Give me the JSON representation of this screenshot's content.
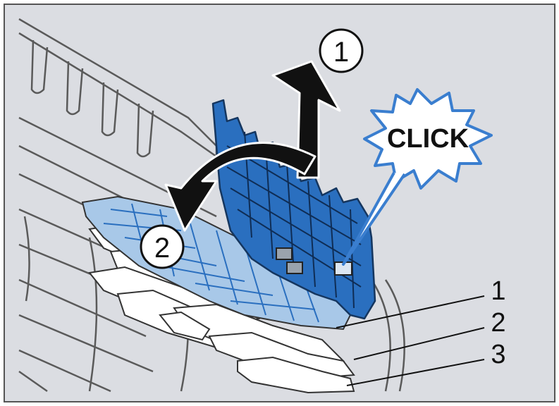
{
  "figure": {
    "step_badge_1": "1",
    "step_badge_2": "2",
    "click_text": "CLICK",
    "callouts": [
      "1",
      "2",
      "3"
    ],
    "colors": {
      "background": "#dbdde2",
      "rack_wire": "#5a5a5a",
      "blue_part": "#2a6fbf",
      "light_blue": "#a8c8e8",
      "white_tines": "#ffffff",
      "arrow": "#111111",
      "burst_outline": "#3a7ecf"
    },
    "icons": [
      "up-arrow-icon",
      "curved-arrow-icon",
      "click-burst-icon"
    ]
  }
}
